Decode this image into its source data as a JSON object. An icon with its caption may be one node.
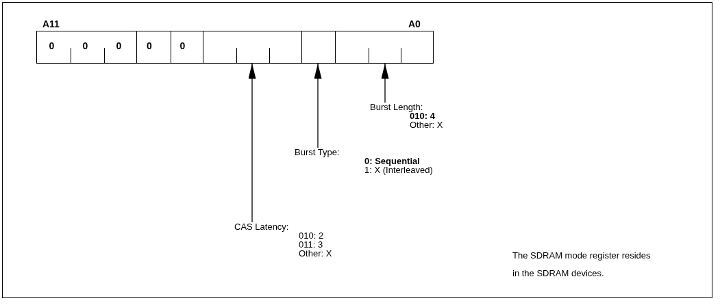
{
  "diagram": {
    "nodes": [
      {
        "text": [
          "0",
          "0",
          "0"
        ],
        "beside": [
          "A11"
        ]
      },
      {
        "text": [
          "0"
        ]
      },
      {
        "text": [
          "0"
        ]
      },
      {
        "text": [],
        "shape": "box"
      },
      {
        "text": [],
        "shape": "box"
      },
      {
        "text": [],
        "shape": "box",
        "beside": [
          "A0"
        ]
      },
      {
        "text": [
          "Burst Length:",
          "**010: 4**",
          "Other: X"
        ]
      },
      {
        "text": [
          "Burst Type:",
          "**0: Sequential**",
          "1: X (Interleaved)"
        ]
      },
      {
        "text": [
          "CAS Latency:",
          "010: 2",
          "011: 3",
          "Other: X"
        ]
      }
    ],
    "edges": [
      {
        "from": 6,
        "to": 5,
        "arrow": "to"
      },
      {
        "from": 7,
        "to": 4,
        "arrow": "to"
      },
      {
        "from": 8,
        "to": 3,
        "arrow": "to"
      }
    ],
    "labels": [
      "The SDRAM mode register resides in the SDRAM devices."
    ]
  }
}
